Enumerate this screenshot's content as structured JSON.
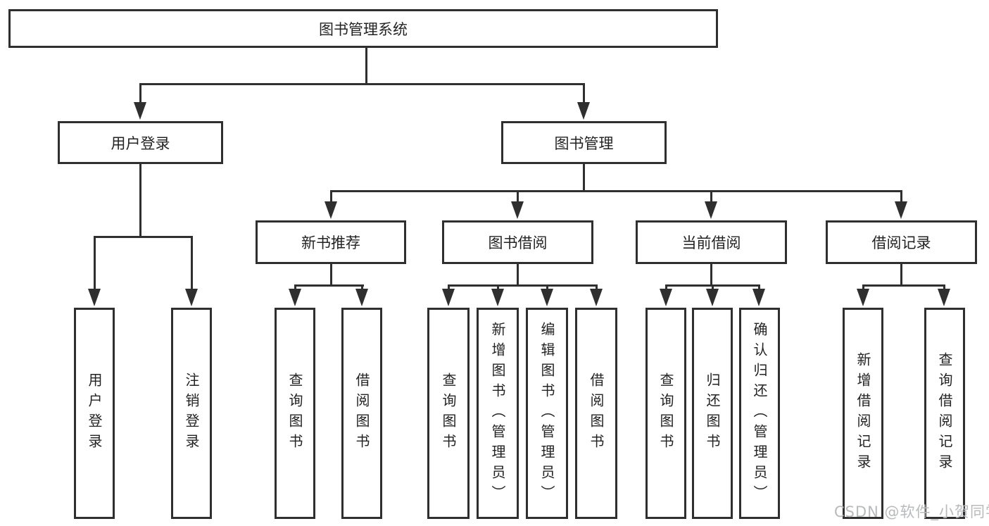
{
  "diagram": {
    "type": "hierarchy-tree",
    "root": {
      "label": "图书管理系统",
      "children": [
        {
          "label": "用户登录",
          "children": [
            {
              "label": "用户登录"
            },
            {
              "label": "注销登录"
            }
          ]
        },
        {
          "label": "图书管理",
          "children": [
            {
              "label": "新书推荐",
              "children": [
                {
                  "label": "查询图书"
                },
                {
                  "label": "借阅图书"
                }
              ]
            },
            {
              "label": "图书借阅",
              "children": [
                {
                  "label": "查询图书"
                },
                {
                  "label": "新增图书（管理员）"
                },
                {
                  "label": "编辑图书（管理员）"
                },
                {
                  "label": "借阅图书"
                }
              ]
            },
            {
              "label": "当前借阅",
              "children": [
                {
                  "label": "查询图书"
                },
                {
                  "label": "归还图书"
                },
                {
                  "label": "确认归还（管理员）"
                }
              ]
            },
            {
              "label": "借阅记录",
              "children": [
                {
                  "label": "新增借阅记录"
                },
                {
                  "label": "查询借阅记录"
                }
              ]
            }
          ]
        }
      ]
    },
    "colors": {
      "line": "#2f2f2f",
      "text": "#232323",
      "background": "#ffffff",
      "watermark": "#b8babc"
    }
  },
  "watermark": {
    "label": "CSDN @软件_小贺同学"
  }
}
